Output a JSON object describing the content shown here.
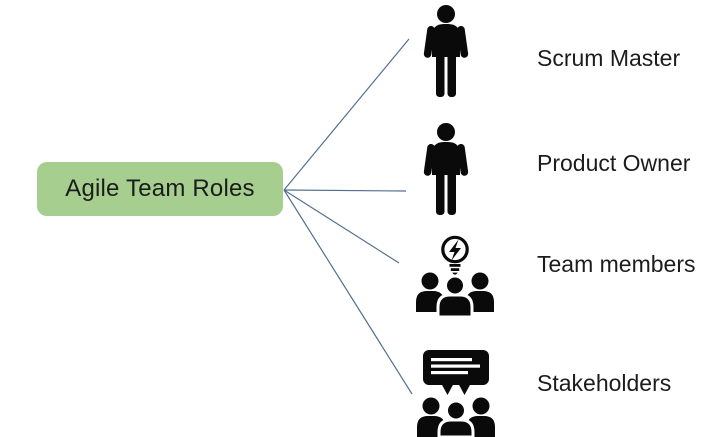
{
  "diagram": {
    "root_label": "Agile Team Roles",
    "branches": [
      {
        "label": "Scrum Master",
        "icon": "person-icon"
      },
      {
        "label": "Product Owner",
        "icon": "person-icon"
      },
      {
        "label": "Team members",
        "icon": "team-idea-group-icon"
      },
      {
        "label": "Stakeholders",
        "icon": "presentation-audience-icon"
      }
    ],
    "colors": {
      "root_fill": "#A6CF8F",
      "connector": "#54708E",
      "icon": "#0A0A0A",
      "text": "#1C1C1C",
      "background": "#FFFFFF"
    }
  }
}
